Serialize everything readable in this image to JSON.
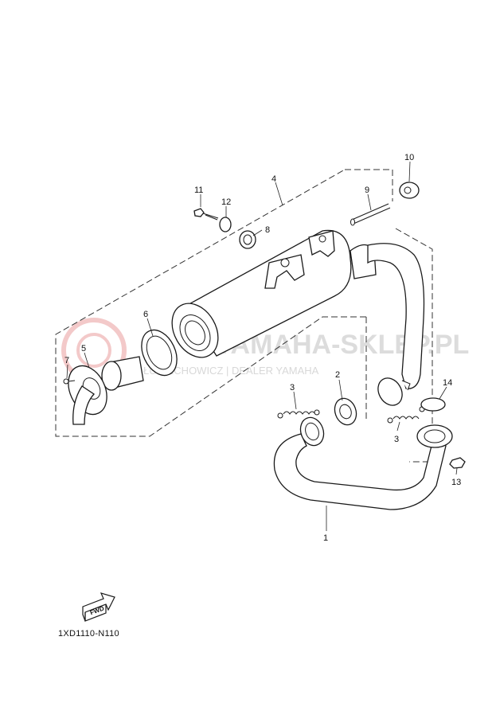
{
  "diagram": {
    "code": "1XD1110-N110",
    "direction_label": "FWD",
    "callouts": [
      "1",
      "2",
      "3",
      "3",
      "4",
      "5",
      "6",
      "7",
      "8",
      "9",
      "10",
      "11",
      "12",
      "13",
      "14"
    ]
  },
  "watermark": {
    "title": "YAMAHA-SKLEP.PL",
    "subtitle": "ŁUCIECHOWICZ | DEALER YAMAHA",
    "color": "#e8a0a0"
  }
}
